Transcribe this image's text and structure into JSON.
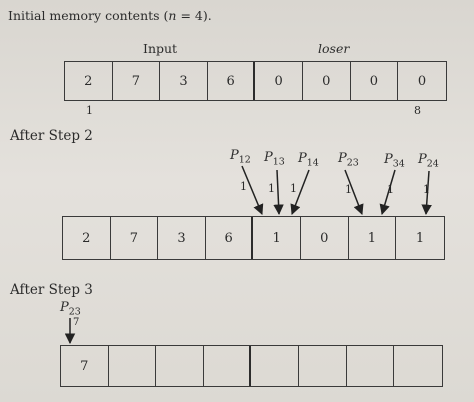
{
  "initial": {
    "title_prefix": "Initial memory contents (",
    "title_var": "n",
    "title_suffix": " = 4).",
    "input_label": "Input",
    "loser_label": "loser",
    "cells": [
      "2",
      "7",
      "3",
      "6",
      "0",
      "0",
      "0",
      "0"
    ],
    "index_start": "1",
    "index_end": "8"
  },
  "step2": {
    "heading": "After Step 2",
    "cells": [
      "2",
      "7",
      "3",
      "6",
      "1",
      "0",
      "1",
      "1"
    ],
    "pointers": [
      {
        "p": "P",
        "sub": "12",
        "value": "1"
      },
      {
        "p": "P",
        "sub": "13",
        "value": "1"
      },
      {
        "p": "P",
        "sub": "14",
        "value": "1"
      },
      {
        "p": "P",
        "sub": "23",
        "value": "1"
      },
      {
        "p": "P",
        "sub": "34",
        "value": "1"
      },
      {
        "p": "P",
        "sub": "24",
        "value": "1"
      }
    ]
  },
  "step3": {
    "heading": "After Step 3",
    "pointer": {
      "p": "P",
      "sub": "23",
      "value": "7"
    },
    "cells": [
      "7",
      "",
      "",
      "",
      "",
      "",
      "",
      ""
    ]
  }
}
